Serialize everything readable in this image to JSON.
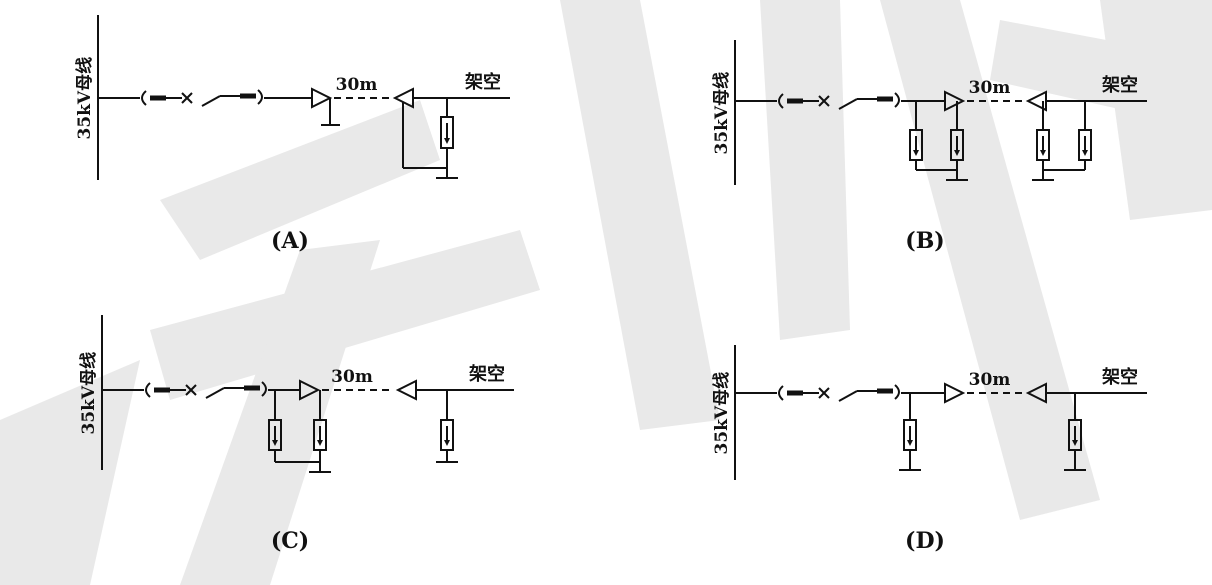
{
  "panels": [
    {
      "id": "A",
      "caption": "(A)",
      "bus_label": "35kV母线",
      "distance": "30m",
      "line_label": "架空"
    },
    {
      "id": "B",
      "caption": "(B)",
      "bus_label": "35kV母线",
      "distance": "30m",
      "line_label": "架空"
    },
    {
      "id": "C",
      "caption": "(C)",
      "bus_label": "35kV母线",
      "distance": "30m",
      "line_label": "架空"
    },
    {
      "id": "D",
      "caption": "(D)",
      "bus_label": "35kV母线",
      "distance": "30m",
      "line_label": "架空"
    }
  ],
  "colors": {
    "ink": "#111111",
    "watermark": "#e8e8e8"
  }
}
